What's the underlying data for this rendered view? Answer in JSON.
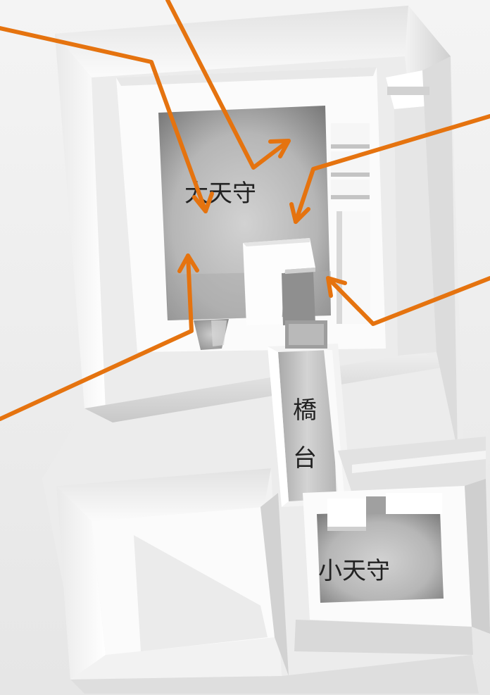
{
  "labels": {
    "main_keep": "大天守",
    "bridge_upper": "橋",
    "bridge_lower": "台",
    "small_keep": "小天守"
  },
  "colors": {
    "arrow": "#E5730F",
    "label": "#222222",
    "wall_top": "#FAFAFA",
    "wall_shade": "#D6D6D6",
    "floor_dark": "#9A9A9A"
  }
}
